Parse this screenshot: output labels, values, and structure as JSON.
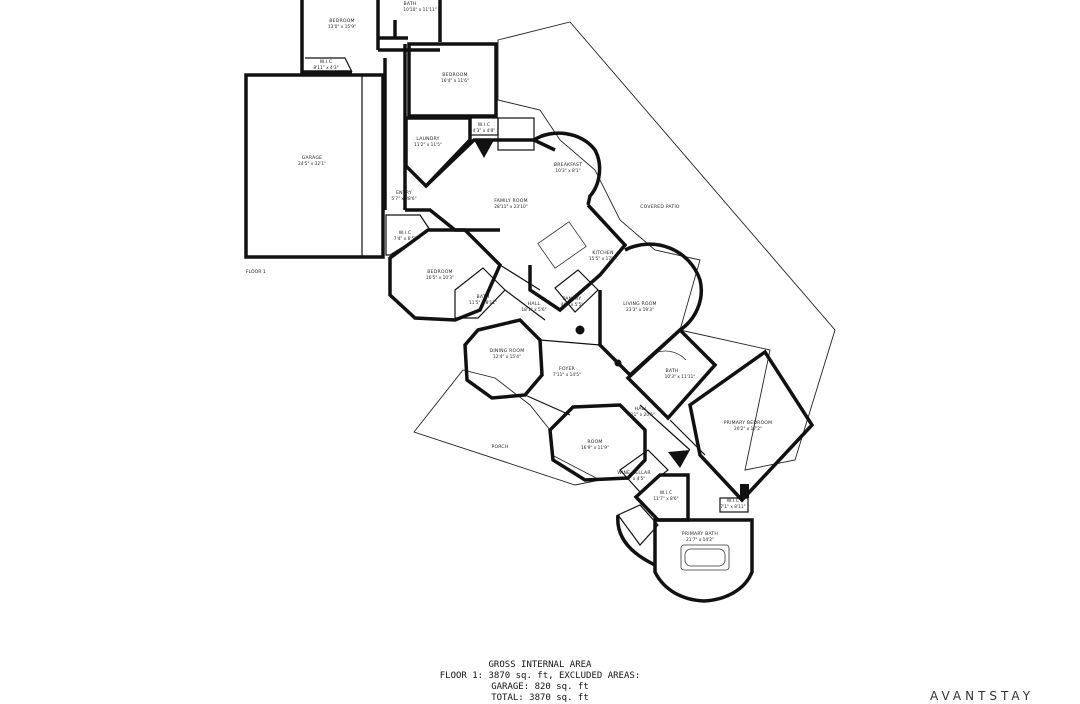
{
  "floor_label": "FLOOR 1",
  "rooms": {
    "bedroom_nw": {
      "name": "BEDROOM",
      "dims": "13'0\" x 15'9\""
    },
    "bath_n": {
      "name": "BATH",
      "dims": "10'10\" x 11'11\""
    },
    "wic_nw": {
      "name": "W.I.C",
      "dims": "8'11\" x 4'3\""
    },
    "bedroom_n": {
      "name": "BEDROOM",
      "dims": "16'4\" x 11'6\""
    },
    "laundry": {
      "name": "LAUNDRY",
      "dims": "11'2\" x 11'5\""
    },
    "wic_n": {
      "name": "W.I.C",
      "dims": "4'3\" x 4'8\""
    },
    "garage": {
      "name": "GARAGE",
      "dims": "24'5\" x 32'1\""
    },
    "entry": {
      "name": "ENTRY",
      "dims": "5'7\" x 28'6\""
    },
    "family_room": {
      "name": "FAMILY ROOM",
      "dims": "28'11\" x 23'10\""
    },
    "breakfast": {
      "name": "BREAKFAST",
      "dims": "10'3\" x 8'1\""
    },
    "covered_patio": {
      "name": "COVERED PATIO",
      "dims": ""
    },
    "wic_w": {
      "name": "W.I.C",
      "dims": "7'4\" x 6'5\""
    },
    "bedroom_w": {
      "name": "BEDROOM",
      "dims": "16'5\" x 10'3\""
    },
    "bath_w": {
      "name": "BATH",
      "dims": "11'5\" x 8'11\""
    },
    "kitchen": {
      "name": "KITCHEN",
      "dims": "15'5\" x 17'5\""
    },
    "hall_center": {
      "name": "HALL",
      "dims": "18'1\" x 5'6\""
    },
    "pantry": {
      "name": "PANTRY",
      "dims": "4'5\" x 5'5\""
    },
    "living_room": {
      "name": "LIVING ROOM",
      "dims": "23'3\" x 19'3\""
    },
    "dining_room": {
      "name": "DINING ROOM",
      "dims": "12'4\" x 15'4\""
    },
    "foyer": {
      "name": "FOYER",
      "dims": "7'11\" x 14'5\""
    },
    "bath_primary_area": {
      "name": "BATH",
      "dims": "10'3\" x 11'11\""
    },
    "primary_bedroom": {
      "name": "PRIMARY BEDROOM",
      "dims": "20'2\" x 17'2\""
    },
    "porch": {
      "name": "PORCH",
      "dims": ""
    },
    "hall_east": {
      "name": "HALL",
      "dims": "4'11\" x 20'5\""
    },
    "room": {
      "name": "ROOM",
      "dims": "16'9\" x 11'9\""
    },
    "wine_cellar": {
      "name": "WINE CELLAR",
      "dims": "5'5\" x 4'5\""
    },
    "wic_s": {
      "name": "W.I.C",
      "dims": "11'7\" x 8'6\""
    },
    "wic_se": {
      "name": "W.I.C",
      "dims": "7'1\" x 8'11\""
    },
    "primary_bath": {
      "name": "PRIMARY BATH",
      "dims": "21'7\" x 14'2\""
    }
  },
  "area_summary": {
    "title": "GROSS INTERNAL AREA",
    "floor": "FLOOR 1: 3870 sq. ft, EXCLUDED AREAS:",
    "garage": "GARAGE: 820 sq. ft",
    "total": "TOTAL: 3870 sq. ft"
  },
  "brand": "AVANTSTAY"
}
